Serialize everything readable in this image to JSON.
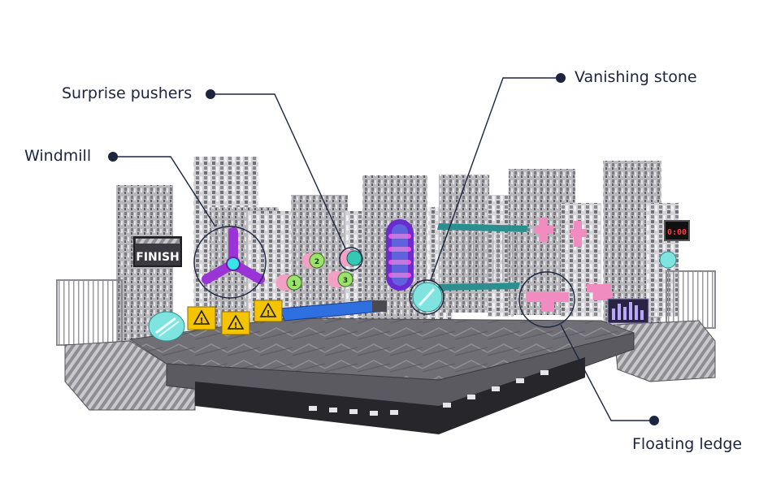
{
  "callouts": {
    "surprise_pushers": "Surprise pushers",
    "windmill": "Windmill",
    "vanishing_stone": "Vanishing stone",
    "floating_ledge": "Floating ledge"
  },
  "scene": {
    "finish_sign": "FINISH",
    "clock_readout": "0:00",
    "pusher_numbers": [
      "1",
      "2",
      "3"
    ],
    "warning_symbol": "!"
  },
  "colors": {
    "callout": "#1b2540",
    "windmill": "#9b34d6",
    "pusher": "#f2a1c4",
    "stone": "#7fe3e0",
    "ledge": "#f08cc0",
    "rail": "#2b8f8f",
    "beam": "#2f6fe0",
    "warning": "#f5c400"
  }
}
